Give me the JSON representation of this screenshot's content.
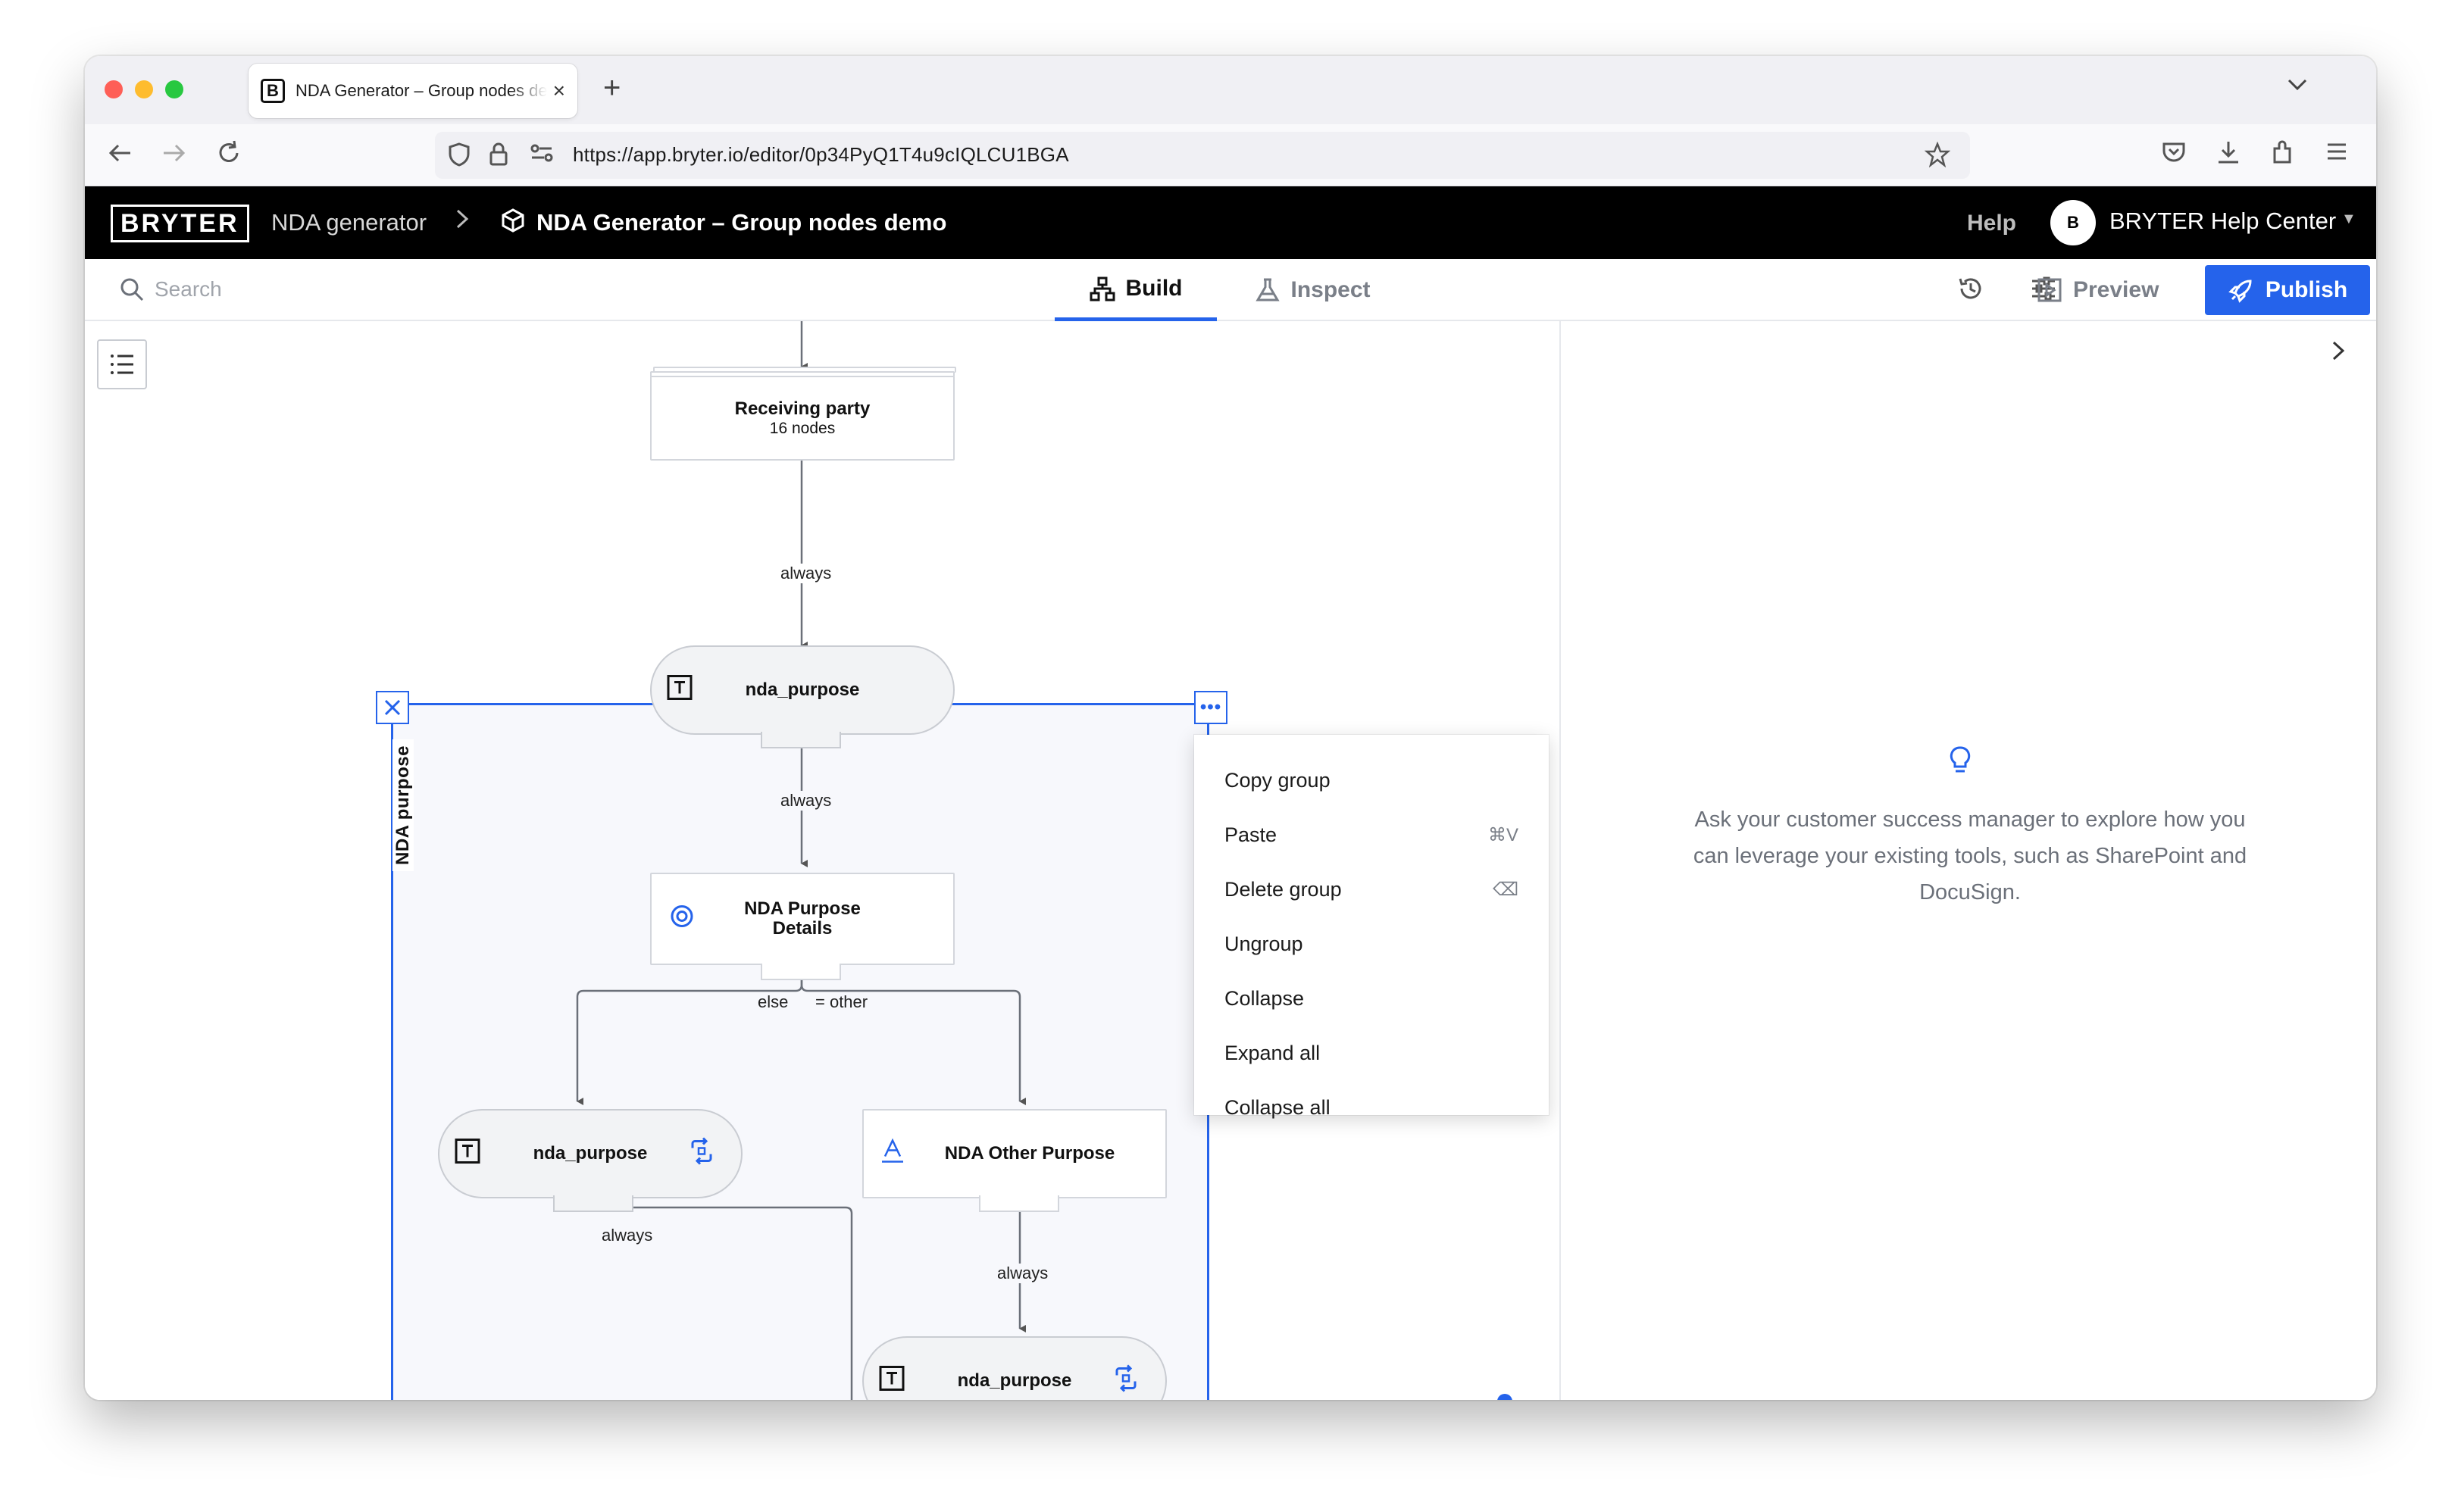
{
  "browser": {
    "tab_title": "NDA Generator – Group nodes demo – BRYTER",
    "tab_favicon": "B",
    "url": "https://app.bryter.io/editor/0p34PyQ1T4u9cIQLCU1BGA"
  },
  "app": {
    "logo": "BRYTER",
    "breadcrumb_parent": "NDA generator",
    "breadcrumb_current": "NDA Generator – Group nodes demo",
    "help": "Help",
    "avatar_initial": "B",
    "org_name": "BRYTER Help Center"
  },
  "toolbar": {
    "search_placeholder": "Search",
    "tab_build": "Build",
    "tab_inspect": "Inspect",
    "preview": "Preview",
    "publish": "Publish"
  },
  "canvas": {
    "group_label": "NDA purpose",
    "nodes": {
      "receiving_party": {
        "title": "Receiving party",
        "subtitle": "16 nodes"
      },
      "nda_purpose_top": {
        "title": "nda_purpose"
      },
      "purpose_details": {
        "title": "NDA Purpose Details"
      },
      "nda_purpose_left": {
        "title": "nda_purpose"
      },
      "other_purpose": {
        "title": "NDA Other Purpose"
      },
      "nda_purpose_bottom": {
        "title": "nda_purpose"
      }
    },
    "edges": {
      "always_1": "always",
      "always_2": "always",
      "else": "else",
      "equals_other": "= other",
      "always_3": "always",
      "always_4": "always"
    }
  },
  "context_menu": {
    "items": [
      {
        "label": "Copy group",
        "shortcut": ""
      },
      {
        "label": "Paste",
        "shortcut": "⌘V"
      },
      {
        "label": "Delete group",
        "shortcut": "⌫"
      },
      {
        "label": "Ungroup",
        "shortcut": ""
      },
      {
        "label": "Collapse",
        "shortcut": ""
      },
      {
        "label": "Expand all",
        "shortcut": ""
      },
      {
        "label": "Collapse all",
        "shortcut": ""
      }
    ]
  },
  "right_panel": {
    "tip": "Ask your customer success manager to explore how you can leverage your existing tools, such as SharePoint and DocuSign."
  },
  "colors": {
    "accent": "#2563eb",
    "header_bg": "#000000",
    "group_bg": "#f7f8fc"
  },
  "icons": {
    "text_node": "text-node-icon",
    "choice_node": "target-icon",
    "input_node": "text-input-icon",
    "loop": "loop-arrows-icon",
    "bulb": "lightbulb-icon"
  }
}
